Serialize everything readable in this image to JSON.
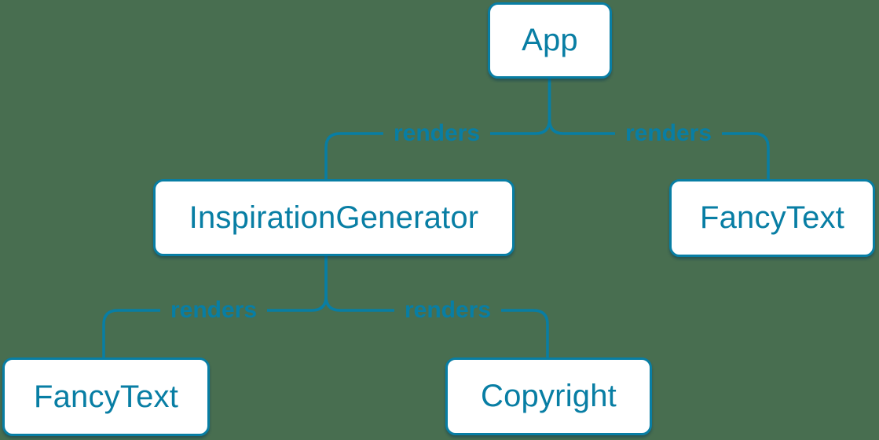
{
  "colors": {
    "background": "#486e50",
    "accent": "#087ea4",
    "box_bg": "#ffffff"
  },
  "diagram": {
    "nodes": [
      {
        "label": "App"
      },
      {
        "label": "InspirationGenerator"
      },
      {
        "label": "FancyText"
      },
      {
        "label": "FancyText"
      },
      {
        "label": "Copyright"
      }
    ],
    "edges": [
      {
        "from": "App",
        "to": "InspirationGenerator",
        "label": "renders"
      },
      {
        "from": "App",
        "to": "FancyText",
        "label": "renders"
      },
      {
        "from": "InspirationGenerator",
        "to": "FancyText",
        "label": "renders"
      },
      {
        "from": "InspirationGenerator",
        "to": "Copyright",
        "label": "renders"
      }
    ]
  }
}
